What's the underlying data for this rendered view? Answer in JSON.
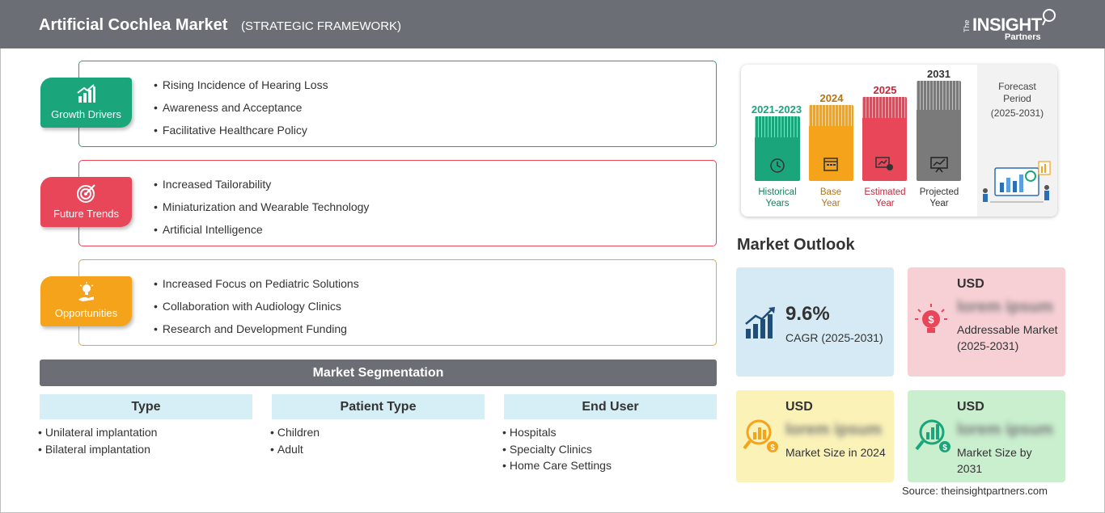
{
  "header": {
    "title": "Artificial Cochlea Market",
    "subtitle": "(STRATEGIC FRAMEWORK)",
    "logo": {
      "the": "The",
      "insight": "INSIGHT",
      "partners": "Partners"
    }
  },
  "framework": [
    {
      "label": "Growth Drivers",
      "color": "#1aa57a",
      "icon": "growth-chart-icon",
      "items": [
        "Rising Incidence of Hearing Loss",
        "Awareness and Acceptance",
        "Facilitative Healthcare Policy"
      ]
    },
    {
      "label": "Future Trends",
      "color": "#e8475a",
      "icon": "target-icon",
      "items": [
        "Increased Tailorability",
        "Miniaturization and Wearable Technology",
        "Artificial Intelligence"
      ]
    },
    {
      "label": "Opportunities",
      "color": "#f5a31a",
      "icon": "lightbulb-hand-icon",
      "items": [
        "Increased Focus on Pediatric Solutions",
        "Collaboration with Audiology Clinics",
        "Research and Development Funding"
      ]
    }
  ],
  "segmentation": {
    "title": "Market Segmentation",
    "columns": [
      {
        "heading": "Type",
        "items": [
          "Unilateral implantation",
          "Bilateral implantation"
        ]
      },
      {
        "heading": "Patient Type",
        "items": [
          "Children",
          "Adult"
        ]
      },
      {
        "heading": "End User",
        "items": [
          "Hospitals",
          "Specialty Clinics",
          "Home Care Settings"
        ]
      }
    ]
  },
  "timeline": {
    "periods": [
      {
        "year": "2021-2023",
        "caption_1": "Historical",
        "caption_2": "Years",
        "color": "#1aa57a",
        "icon": "history-icon"
      },
      {
        "year": "2024",
        "caption_1": "Base",
        "caption_2": "Year",
        "color": "#f5a31a",
        "icon": "calendar-icon"
      },
      {
        "year": "2025",
        "caption_1": "Estimated",
        "caption_2": "Year",
        "color": "#e8475a",
        "icon": "estimate-gear-icon"
      },
      {
        "year": "2031",
        "caption_1": "Projected",
        "caption_2": "Year",
        "color": "#7a7a7a",
        "icon": "presentation-chart-icon"
      }
    ],
    "forecast_1": "Forecast",
    "forecast_2": "Period",
    "forecast_3": "(2025-2031)"
  },
  "outlook": {
    "title": "Market Outlook",
    "cagr": {
      "value": "9.6%",
      "label": "CAGR (2025-2031)",
      "bg": "#d6eaf5"
    },
    "addressable": {
      "usd": "USD",
      "value": "lorem ipsum",
      "label": "Addressable Market (2025-2031)",
      "bg": "#f7d0d6"
    },
    "size_2024": {
      "usd": "USD",
      "value": "lorem ipsum",
      "label": "Market Size in 2024",
      "bg": "#fbf2b8"
    },
    "size_2031": {
      "usd": "USD",
      "value": "lorem ipsum",
      "label": "Market Size by 2031",
      "bg": "#c9efcf"
    }
  },
  "source": "Source: theinsightpartners.com"
}
